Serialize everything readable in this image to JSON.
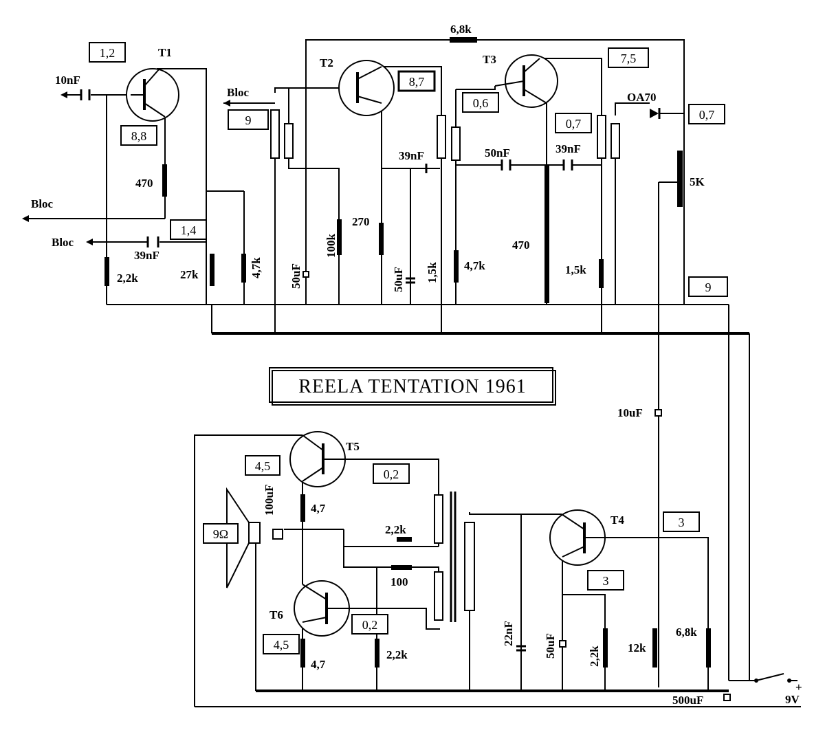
{
  "title": "REELA TENTATION 1961",
  "transistors": [
    {
      "id": "t1",
      "label": "T1"
    },
    {
      "id": "t2",
      "label": "T2"
    },
    {
      "id": "t3",
      "label": "T3"
    },
    {
      "id": "t4",
      "label": "T4"
    },
    {
      "id": "t5",
      "label": "T5"
    },
    {
      "id": "t6",
      "label": "T6"
    }
  ],
  "voltages": {
    "t1_base": "1,2",
    "t1_emitter": "8,8",
    "t1_node": "1,4",
    "t2_emitter": "8,7",
    "t2_in": "9",
    "t3_base": "0,6",
    "t3_emitter": "0,7",
    "t3_top": "7,5",
    "detector_out": "0,7",
    "supply_node": "9",
    "t4_base": "3",
    "t4_emitter": "3",
    "t5_left": "4,5",
    "t5_base": "0,2",
    "t6_left": "4,5",
    "t6_base": "0,2"
  },
  "components": {
    "r_6k8": "6,8k",
    "c_10nf": "10nF",
    "r_470_t1": "470",
    "c_39nf_a": "39nF",
    "r_2k2_a": "2,2k",
    "r_27k": "27k",
    "r_4k7_a": "4,7k",
    "c_50uf_a": "50uF",
    "r_100k": "100k",
    "r_270": "270",
    "c_39nf_b": "39nF",
    "c_50uf_b": "50uF",
    "r_1k5_a": "1,5k",
    "c_50nf": "50nF",
    "c_39nf_c": "39nF",
    "r_4k7_b": "4,7k",
    "r_470_t3": "470",
    "r_1k5_b": "1,5k",
    "diode": "OA70",
    "pot_5k": "5K",
    "c_10uf": "10uF",
    "c_100uf": "100uF",
    "r_4_7_top": "4,7",
    "r_2k2_mid": "2,2k",
    "r_100": "100",
    "r_4_7_bot": "4,7",
    "r_2k2_bot": "2,2k",
    "c_22nf": "22nF",
    "c_50uf_c": "50uF",
    "r_2k2_c": "2,2k",
    "r_12k": "12k",
    "r_6k8_b": "6,8k",
    "c_500uf": "500uF",
    "speaker": "9Ω",
    "supply": "9V",
    "plus": "+"
  },
  "labels": {
    "bloc": "Bloc"
  }
}
